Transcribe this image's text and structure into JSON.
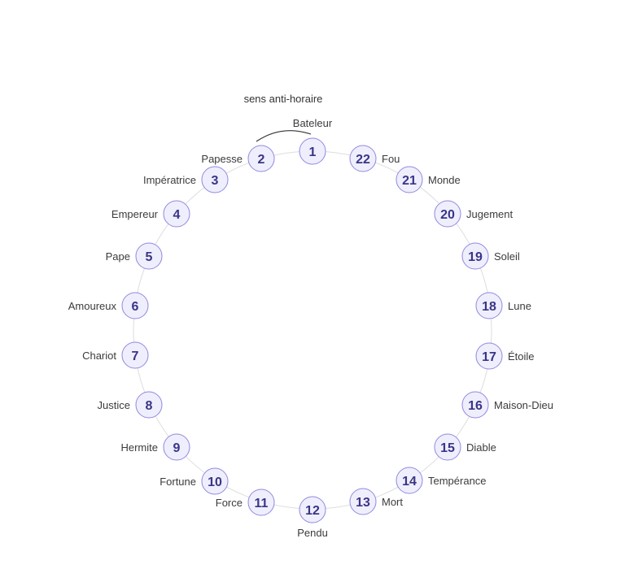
{
  "caption": "sens anti-horaire",
  "nodes": [
    {
      "number": "1",
      "label": "Bateleur"
    },
    {
      "number": "2",
      "label": "Papesse"
    },
    {
      "number": "3",
      "label": "Impératrice"
    },
    {
      "number": "4",
      "label": "Empereur"
    },
    {
      "number": "5",
      "label": "Pape"
    },
    {
      "number": "6",
      "label": "Amoureux"
    },
    {
      "number": "7",
      "label": "Chariot"
    },
    {
      "number": "8",
      "label": "Justice"
    },
    {
      "number": "9",
      "label": "Hermite"
    },
    {
      "number": "10",
      "label": "Fortune"
    },
    {
      "number": "11",
      "label": "Force"
    },
    {
      "number": "12",
      "label": "Pendu"
    },
    {
      "number": "13",
      "label": "Mort"
    },
    {
      "number": "14",
      "label": "Tempérance"
    },
    {
      "number": "15",
      "label": "Diable"
    },
    {
      "number": "16",
      "label": "Maison-Dieu"
    },
    {
      "number": "17",
      "label": "Étoile"
    },
    {
      "number": "18",
      "label": "Lune"
    },
    {
      "number": "19",
      "label": "Soleil"
    },
    {
      "number": "20",
      "label": "Jugement"
    },
    {
      "number": "21",
      "label": "Monde"
    },
    {
      "number": "22",
      "label": "Fou"
    }
  ],
  "colors": {
    "node_fill": "#efeefd",
    "node_stroke": "#8f89e0",
    "number_text": "#3a3586",
    "label_text": "#3b3b3b",
    "ring": "#dddddd"
  }
}
